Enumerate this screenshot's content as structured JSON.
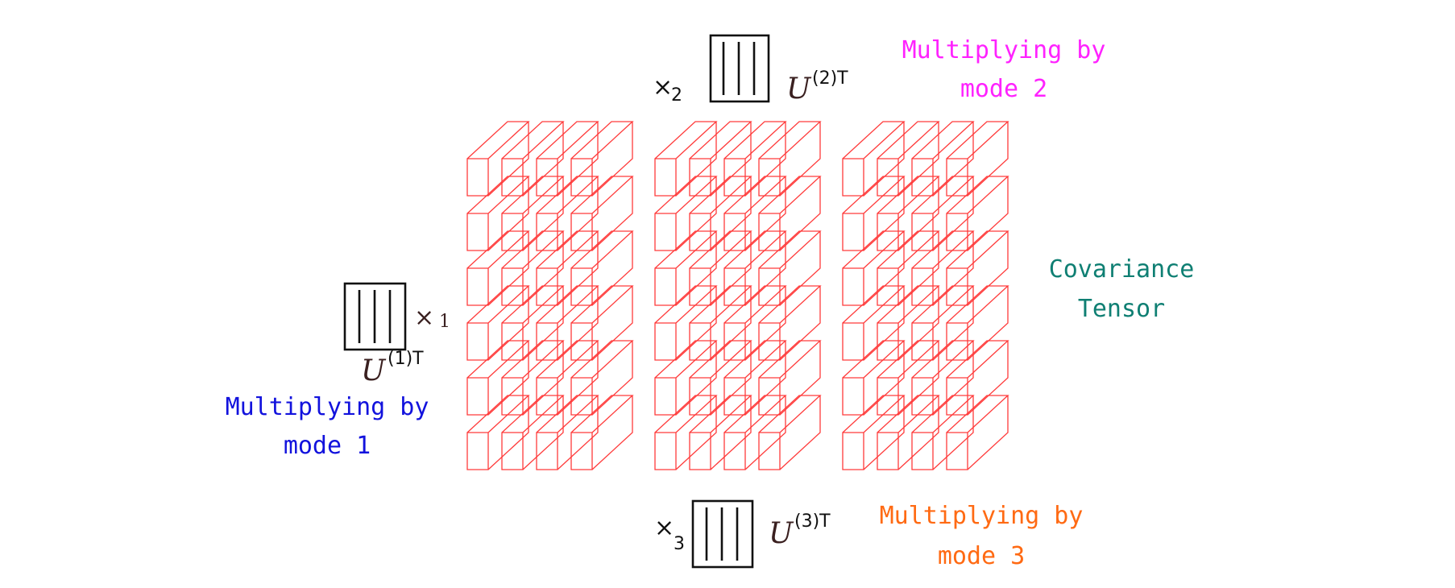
{
  "colors": {
    "cube_stroke": "#ff3b3b",
    "mode1": "#1212dd",
    "mode2": "#ff22ff",
    "mode3": "#ff6a13",
    "tensor": "#0f7f73",
    "ink": "#111111"
  },
  "tensor": {
    "line1": "Covariance",
    "line2": "Tensor"
  },
  "mode1": {
    "op": "×",
    "subscript": "1",
    "symbol": "U",
    "superscript": "(1)T",
    "label_line1": "Multiplying by",
    "label_line2": "mode 1"
  },
  "mode2": {
    "op": "×",
    "subscript": "2",
    "symbol": "U",
    "superscript": "(2)T",
    "label_line1": "Multiplying by",
    "label_line2": "mode 2"
  },
  "mode3": {
    "op": "×",
    "subscript": "3",
    "symbol": "U",
    "superscript": "(3)T",
    "label_line1": "Multiplying by",
    "label_line2": "mode 3"
  },
  "structure": {
    "slices": 3,
    "rows": 6,
    "columns": 4
  }
}
